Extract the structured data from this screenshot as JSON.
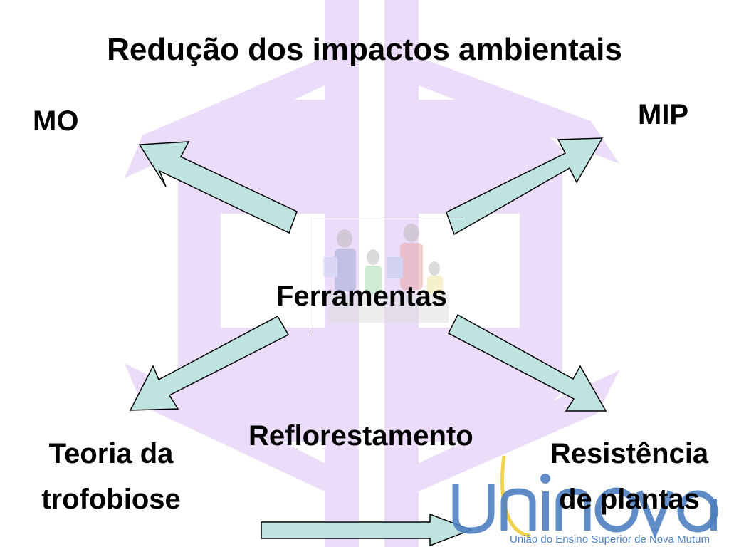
{
  "slide": {
    "title": "Redução dos impactos ambientais",
    "center_label": "Ferramentas",
    "nodes": {
      "top_left": "MO",
      "top_right": "MIP",
      "bottom_left_line1": "Teoria da",
      "bottom_left_line2": "trofobiose",
      "bottom_center": "Reflorestamento",
      "bottom_right_line1": "Resistência",
      "bottom_right_line2": "de plantas"
    }
  },
  "logo": {
    "caption": "União do Ensino Superior de Nova Mutum"
  },
  "colors": {
    "arrow_fill": "#bfe3de",
    "arrow_stroke": "#000000",
    "background_shape": "#ebdcfa",
    "logo_blue": "#4e7fc0",
    "logo_yellow": "#f0d24a"
  }
}
